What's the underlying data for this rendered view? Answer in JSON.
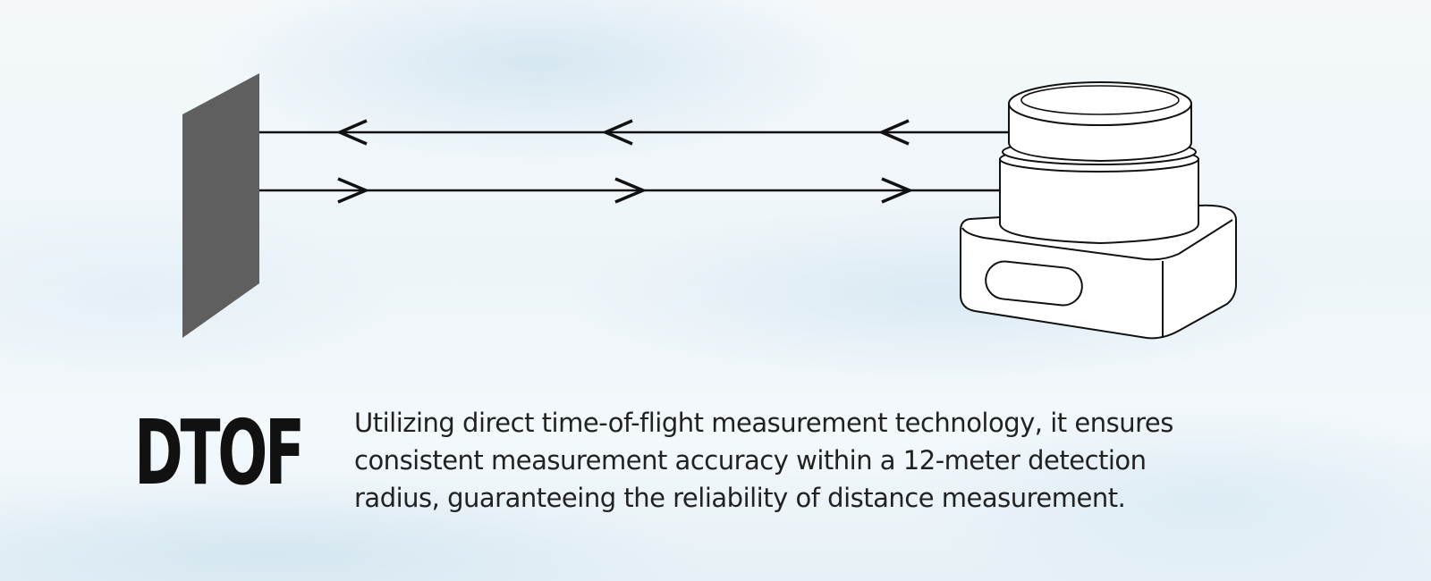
{
  "heading": "DTOF",
  "description_lines": [
    "Utilizing direct time-of-flight measurement technology, it ensures",
    "consistent measurement accuracy within a 12-meter detection",
    "radius, guaranteeing the reliability of distance measurement."
  ],
  "colors": {
    "target": "#5f5f5f",
    "line": "#111111",
    "sensor_fill": "#ffffff",
    "heading": "#111111",
    "text": "#222222"
  }
}
